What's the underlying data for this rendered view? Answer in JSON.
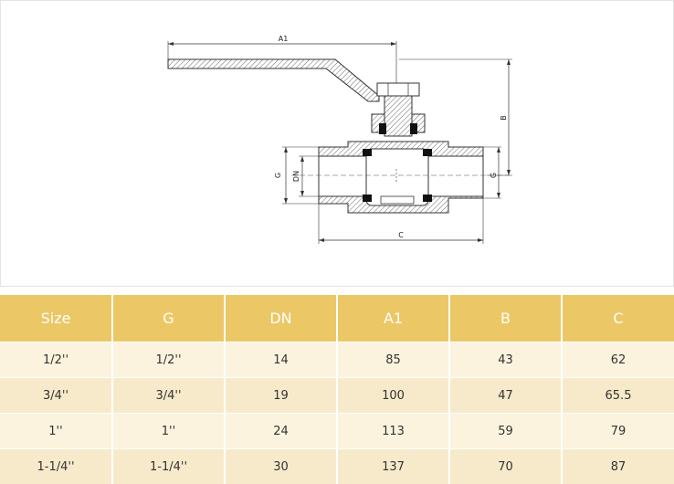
{
  "drawing": {
    "labels": {
      "a1": "A1",
      "b": "B",
      "c": "C",
      "g_left": "G",
      "g_right": "G",
      "dn": "DN"
    }
  },
  "table": {
    "headers": [
      "Size",
      "G",
      "DN",
      "A1",
      "B",
      "C"
    ],
    "rows": [
      [
        "1/2''",
        "1/2''",
        "14",
        "85",
        "43",
        "62"
      ],
      [
        "3/4''",
        "3/4''",
        "19",
        "100",
        "47",
        "65.5"
      ],
      [
        "1''",
        "1''",
        "24",
        "113",
        "59",
        "79"
      ],
      [
        "1-1/4''",
        "1-1/4''",
        "30",
        "137",
        "70",
        "87"
      ]
    ],
    "colors": {
      "header_bg": "#ecc766",
      "row_odd": "#fbf3dd",
      "row_even": "#f7eaca"
    }
  }
}
